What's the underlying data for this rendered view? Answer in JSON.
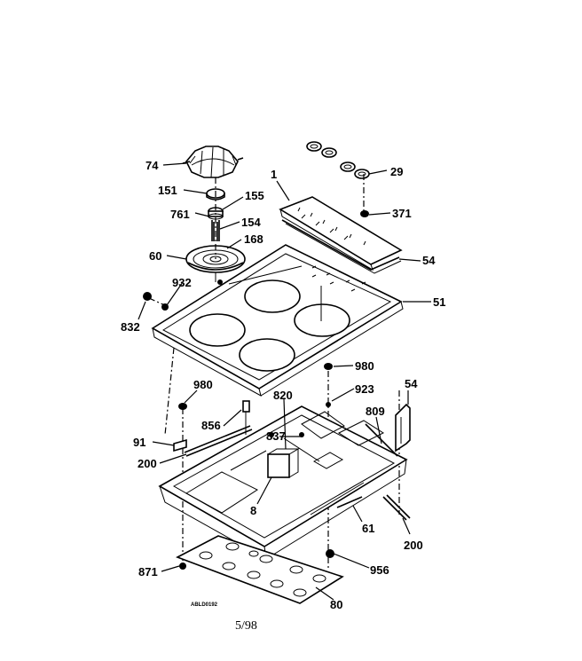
{
  "parts": {
    "p74": "74",
    "p151": "151",
    "p155": "155",
    "p761": "761",
    "p154": "154",
    "p168": "168",
    "p60": "60",
    "p1": "1",
    "p29": "29",
    "p371": "371",
    "p54a": "54",
    "p51": "51",
    "p932": "932",
    "p832": "832",
    "p980a": "980",
    "p923": "923",
    "p54b": "54",
    "p980b": "980",
    "p856": "856",
    "p820": "820",
    "p837": "837",
    "p809": "809",
    "p91": "91",
    "p200a": "200",
    "p8": "8",
    "p61": "61",
    "p200b": "200",
    "p871": "871",
    "p956": "956",
    "p80": "80"
  },
  "drawing_code": "ABLD0192",
  "footer": {
    "date": "5/98"
  }
}
